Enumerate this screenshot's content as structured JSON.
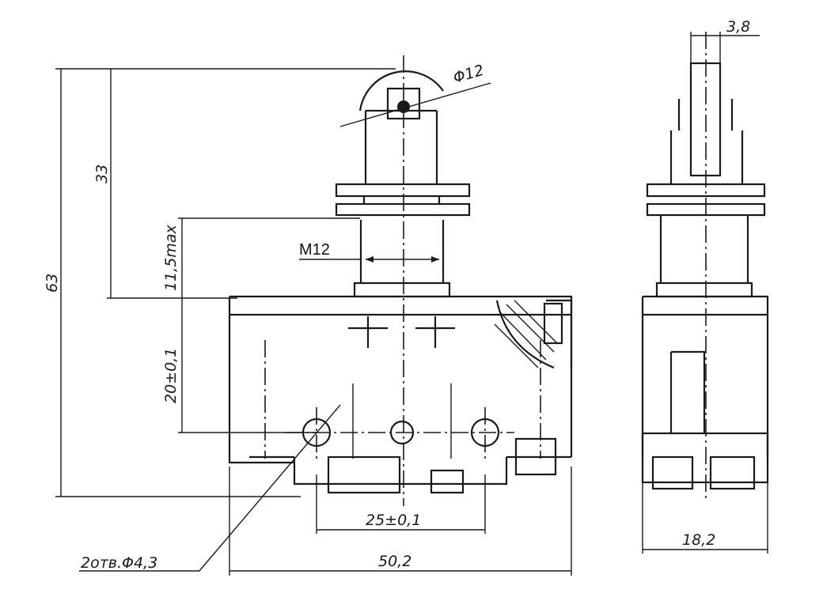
{
  "drawing": {
    "labels": {
      "width_roller": "3,8",
      "roller_diameter": "Φ12",
      "height_33": "33",
      "height_63": "63",
      "height_11_5": "11,5max",
      "thread": "M12",
      "height_20": "20±0,1",
      "spacing_25": "25±0,1",
      "width_50_2": "50,2",
      "holes": "2отв.Φ4,3",
      "depth_18_2": "18,2"
    }
  }
}
